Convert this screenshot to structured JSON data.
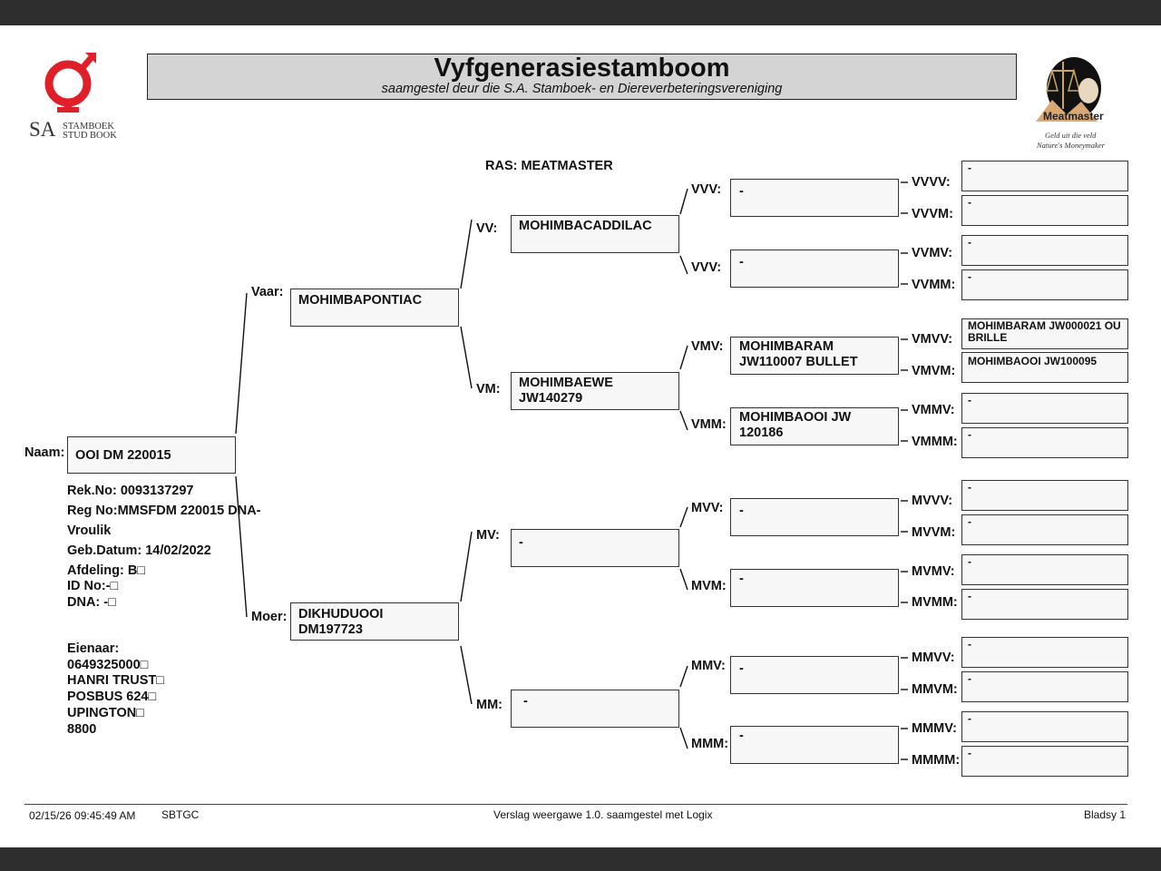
{
  "colors": {
    "bar": "#2e2e2e",
    "title_bg": "#d4d4d4",
    "logo_red": "#e02028"
  },
  "logo_left": {
    "icon": "sa-stud-book-logo",
    "text_sa": "SA",
    "line1": "STAMBOEK",
    "line2": "STUD BOOK"
  },
  "logo_right": {
    "icon": "meatmaster-logo",
    "brand": "Meatmaster",
    "tag1": "Geld uit die veld",
    "tag2": "Nature's Moneymaker"
  },
  "header": {
    "title": "Vyfgenerasiestamboom",
    "subtitle": "saamgestel deur die S.A. Stamboek- en Diereverbeteringsvereniging"
  },
  "breed": "RAS: MEATMASTER",
  "animal": {
    "naam_label": "Naam:",
    "name": "OOI DM 220015",
    "rek_no": "Rek.No: 0093137297",
    "reg_no": "Reg No:MMSFDM  220015 DNA-",
    "sex": "Vroulik",
    "geb_datum": "Geb.Datum: 14/02/2022",
    "afdeling": "Afdeling: B□",
    "id_no": "ID No:-□",
    "dna": "DNA: -□"
  },
  "owner": {
    "label": "Eienaar:",
    "lines": [
      "0649325000□",
      "HANRI TRUST□",
      "POSBUS 624□",
      "UPINGTON□",
      "8800"
    ]
  },
  "gen2": {
    "vaar": {
      "label": "Vaar:",
      "name": "MOHIMBAPONTIAC"
    },
    "moer": {
      "label": "Moer:",
      "name": "DIKHUDUOOI DM197723"
    }
  },
  "gen3": {
    "vv": {
      "label": "VV:",
      "name": "MOHIMBACADDILAC"
    },
    "vm": {
      "label": "VM:",
      "name": "MOHIMBAEWE JW140279"
    },
    "mv": {
      "label": "MV:",
      "name": "-"
    },
    "mm": {
      "label": "MM:",
      "name": "-"
    }
  },
  "gen4": {
    "vvv": {
      "label": "VVV:",
      "name": "-"
    },
    "vvm": {
      "label": "VVV:",
      "name": "-"
    },
    "vmv": {
      "label": "VMV:",
      "name": "MOHIMBARAM JW110007 BULLET"
    },
    "vmm": {
      "label": "VMM:",
      "name": "MOHIMBAOOI JW 120186"
    },
    "mvv": {
      "label": "MVV:",
      "name": "-"
    },
    "mvm": {
      "label": "MVM:",
      "name": "-"
    },
    "mmv": {
      "label": "MMV:",
      "name": "-"
    },
    "mmm": {
      "label": "MMM:",
      "name": "-"
    }
  },
  "gen5": [
    {
      "label": "VVVV:",
      "name": "-"
    },
    {
      "label": "VVVM:",
      "name": "-"
    },
    {
      "label": "VVMV:",
      "name": "-"
    },
    {
      "label": "VVMM:",
      "name": "-"
    },
    {
      "label": "VMVV:",
      "name": "MOHIMBARAM JW000021 OU BRILLE"
    },
    {
      "label": "VMVM:",
      "name": "MOHIMBAOOI JW100095"
    },
    {
      "label": "VMMV:",
      "name": "-"
    },
    {
      "label": "VMMM:",
      "name": "-"
    },
    {
      "label": "MVVV:",
      "name": "-"
    },
    {
      "label": "MVVM:",
      "name": "-"
    },
    {
      "label": "MVMV:",
      "name": "-"
    },
    {
      "label": "MVMM:",
      "name": "-"
    },
    {
      "label": "MMVV:",
      "name": "-"
    },
    {
      "label": "MMVM:",
      "name": "-"
    },
    {
      "label": "MMMV:",
      "name": "-"
    },
    {
      "label": "MMMM:",
      "name": "-"
    }
  ],
  "footer": {
    "datetime": "02/15/26 09:45:49 AM",
    "code": "SBTGC",
    "report": "Verslag weergawe 1.0. saamgestel met Logix",
    "page": "Bladsy 1"
  }
}
